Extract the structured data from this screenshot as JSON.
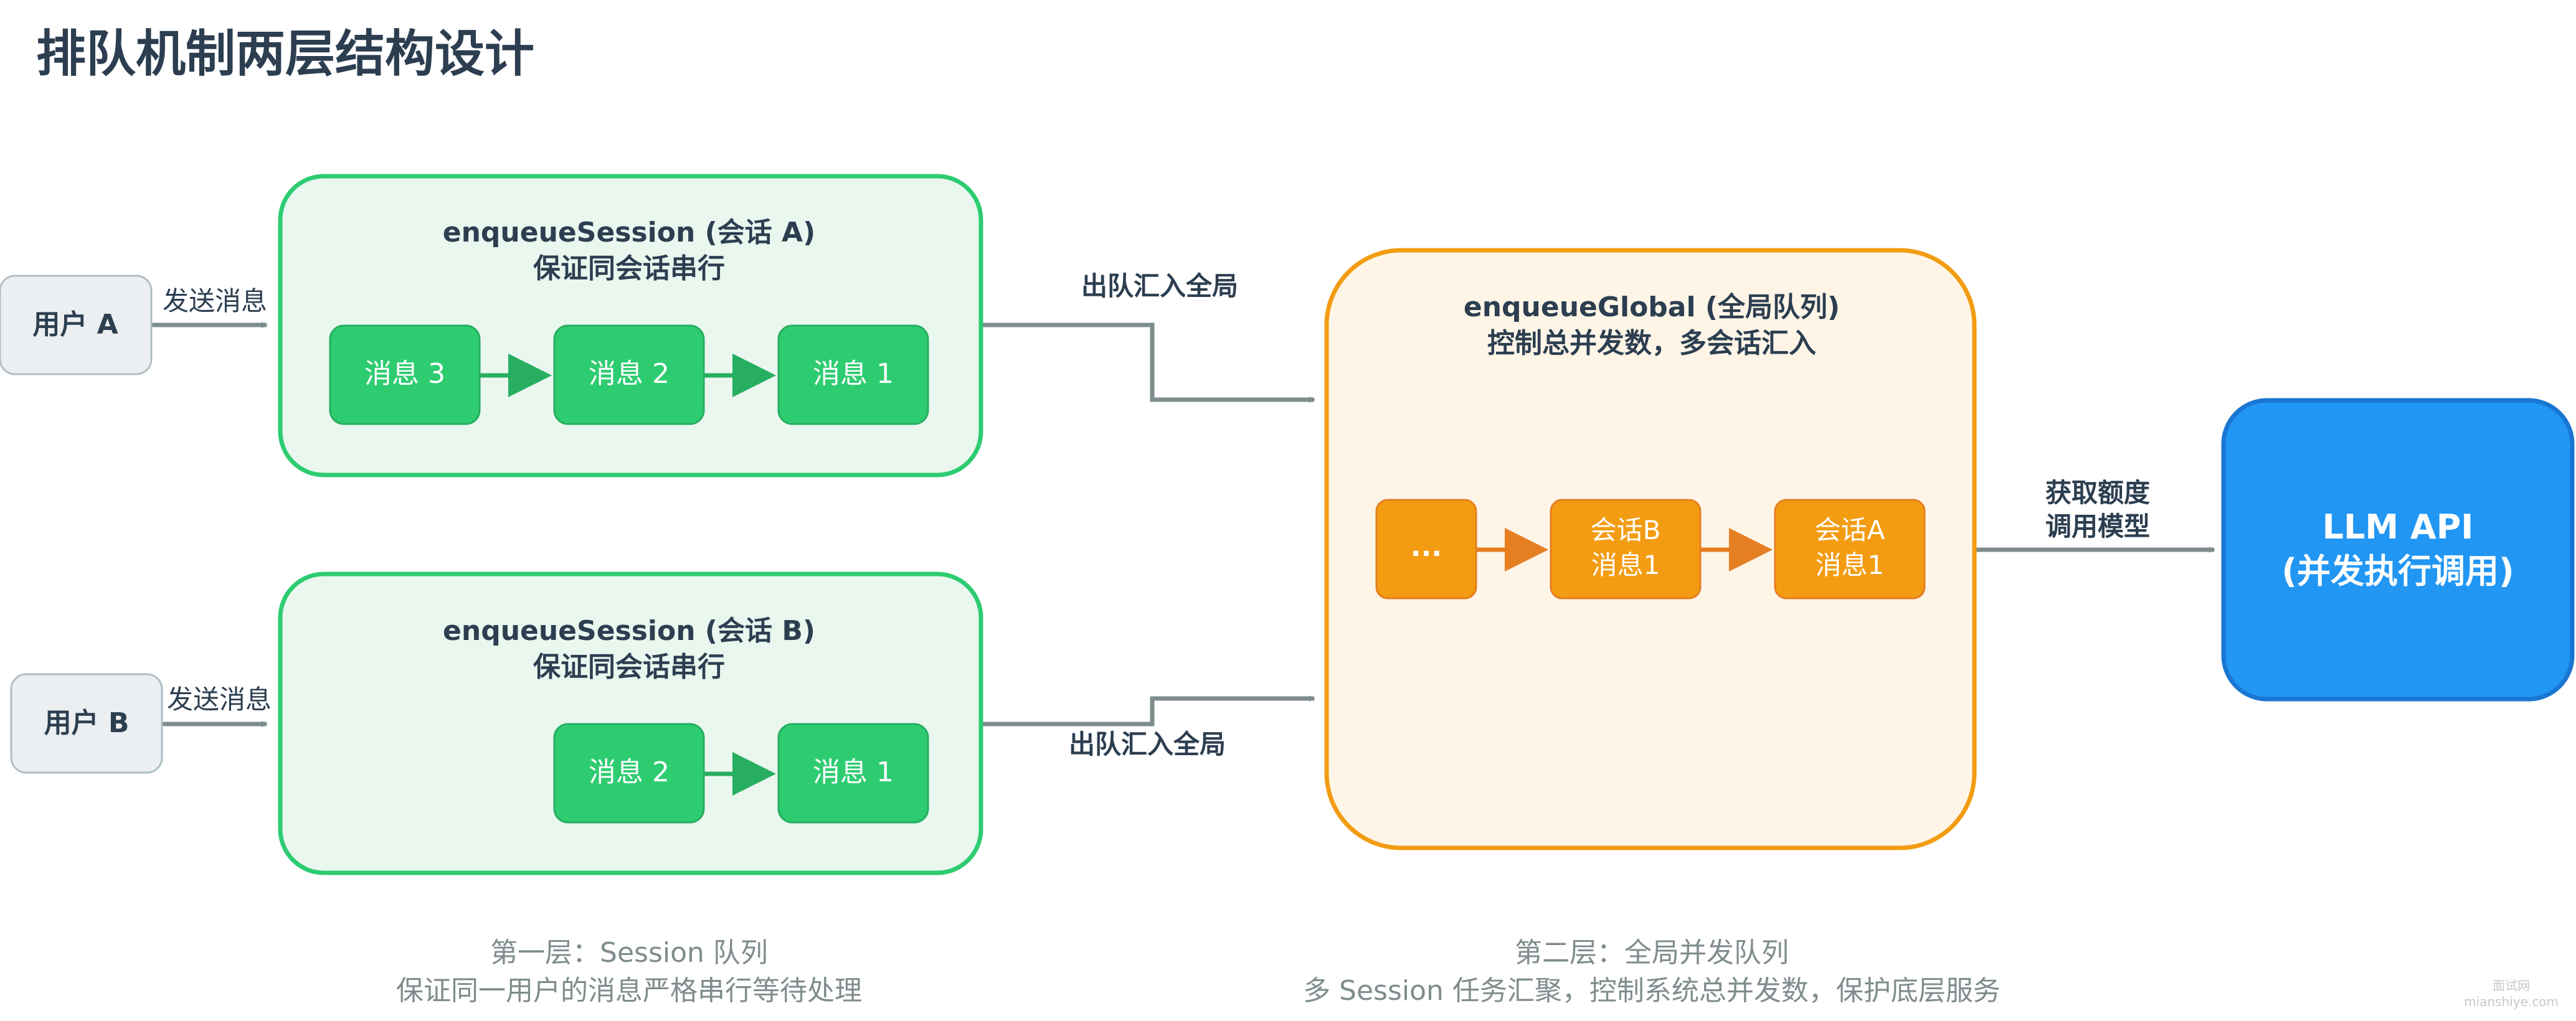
{
  "title": "排队机制两层结构设计",
  "users": {
    "a": {
      "label": "用户 A",
      "action": "发送消息"
    },
    "b": {
      "label": "用户 B",
      "action": "发送消息"
    }
  },
  "session_a": {
    "title": "enqueueSession (会话 A)",
    "subtitle": "保证同会话串行",
    "messages": [
      "消息 3",
      "消息 2",
      "消息 1"
    ],
    "out_label": "出队汇入全局"
  },
  "session_b": {
    "title": "enqueueSession (会话 B)",
    "subtitle": "保证同会话串行",
    "messages": [
      "消息 2",
      "消息 1"
    ],
    "out_label": "出队汇入全局"
  },
  "global": {
    "title": "enqueueGlobal (全局队列)",
    "subtitle": "控制总并发数，多会话汇入",
    "items": [
      {
        "line1": "...",
        "line2": ""
      },
      {
        "line1": "会话B",
        "line2": "消息1"
      },
      {
        "line1": "会话A",
        "line2": "消息1"
      }
    ],
    "out_label_1": "获取额度",
    "out_label_2": "调用模型"
  },
  "api": {
    "line1": "LLM API",
    "line2": "(并发执行调用)"
  },
  "captions": {
    "layer1_title": "第一层：Session 队列",
    "layer1_desc": "保证同一用户的消息严格串行等待处理",
    "layer2_title": "第二层：全局并发队列",
    "layer2_desc": "多 Session 任务汇聚，控制系统总并发数，保护底层服务"
  },
  "watermark": {
    "line1": "面试网",
    "line2": "mianshiye.com"
  },
  "colors": {
    "title": "#2c3e50",
    "session_border": "#2ecc71",
    "session_fill": "#e9f7ef",
    "message_fill": "#2ecc71",
    "global_border": "#f39c12",
    "global_fill": "#fef5e7",
    "global_item_fill": "#f39c12",
    "api_fill": "#2196f3",
    "api_border": "#1976d2",
    "user_fill": "#eceff1",
    "user_border": "#b0bec5",
    "connector": "#7f8c8d",
    "caption": "#7f8c8d"
  }
}
